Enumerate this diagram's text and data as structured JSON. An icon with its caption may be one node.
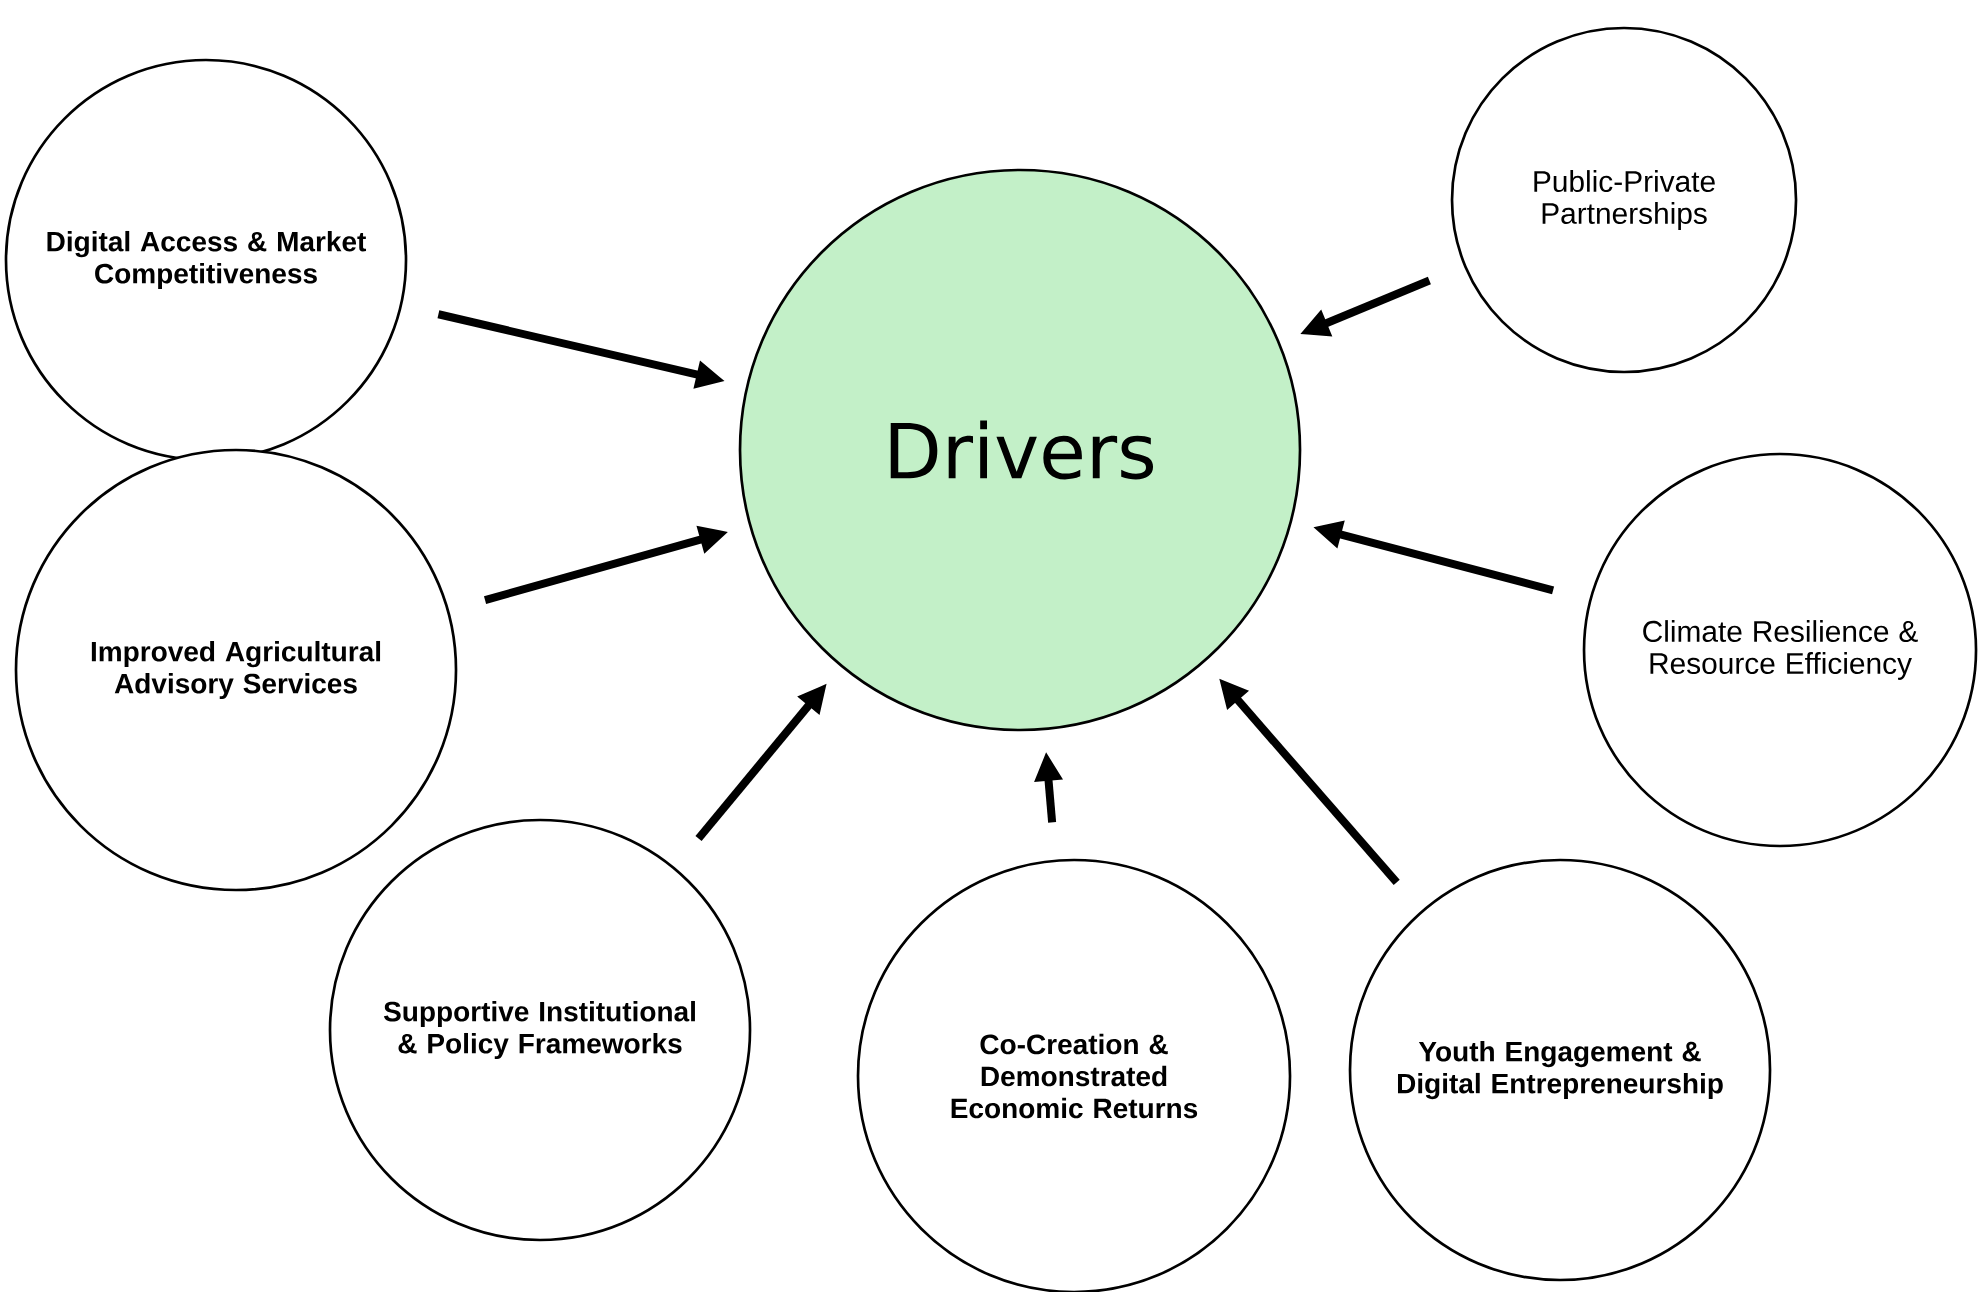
{
  "diagram": {
    "nodes": [
      {
        "text": [
          "Digital Access & Market Competitiveness"
        ]
      },
      {
        "text": [
          "Public-Private Partnerships"
        ]
      },
      {
        "text": [
          "Drivers"
        ]
      },
      {
        "text": [
          "Improved Agricultural Advisory Services"
        ]
      },
      {
        "text": [
          "Climate Resilience & Resource Efficiency"
        ]
      },
      {
        "text": [
          "Supportive Institutional & Policy Frameworks"
        ]
      },
      {
        "text": [
          "Co-Creation & Demonstrated Economic Returns"
        ]
      },
      {
        "text": [
          "Youth Engagement & Digital Entrepreneurship"
        ]
      }
    ],
    "edges": [
      {
        "from": 0,
        "to": 2,
        "arrow": "to"
      },
      {
        "from": 1,
        "to": 2,
        "arrow": "to"
      },
      {
        "from": 3,
        "to": 2,
        "arrow": "to"
      },
      {
        "from": 4,
        "to": 2,
        "arrow": "to"
      },
      {
        "from": 5,
        "to": 2,
        "arrow": "to"
      },
      {
        "from": 6,
        "to": 2,
        "arrow": "to"
      },
      {
        "from": 7,
        "to": 2,
        "arrow": "to"
      }
    ]
  }
}
